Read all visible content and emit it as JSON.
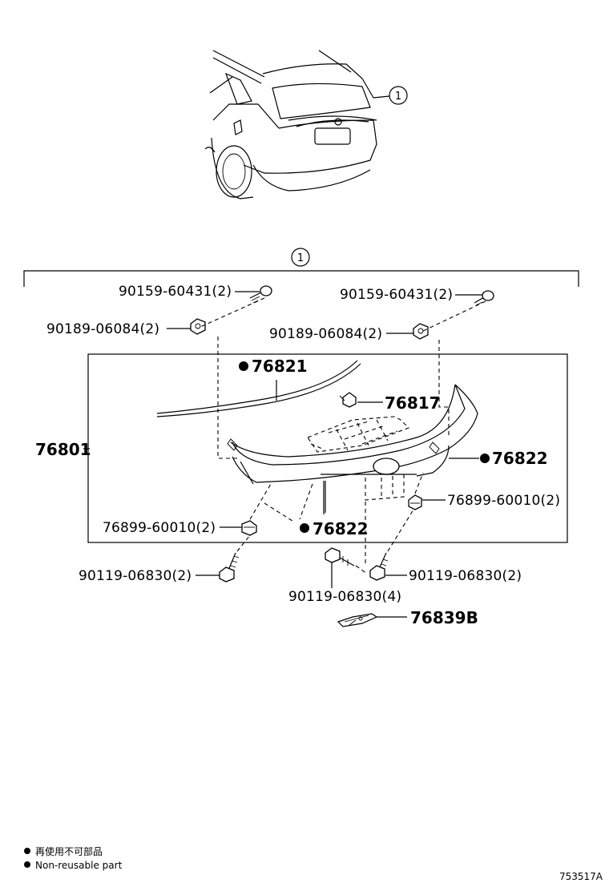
{
  "callout": "1",
  "parts": {
    "screw_left": "90159-60431(2)",
    "screw_right": "90159-60431(2)",
    "nut_left": "90189-06084(2)",
    "nut_right": "90189-06084(2)",
    "assembly": "76801",
    "moulding": "76821",
    "clip": "76817",
    "pad_right": "76822",
    "pad_lower": "76822",
    "clip_left": "76899-60010(2)",
    "clip_right": "76899-60010(2)",
    "bolt_left": "90119-06830(2)",
    "bolt_right": "90119-06830(2)",
    "bolt_center": "90119-06830(4)",
    "bracket": "76839B"
  },
  "legend": {
    "chinese": "再使用不可部品",
    "english": "Non-reusable part"
  },
  "figure_ref": "753517A"
}
